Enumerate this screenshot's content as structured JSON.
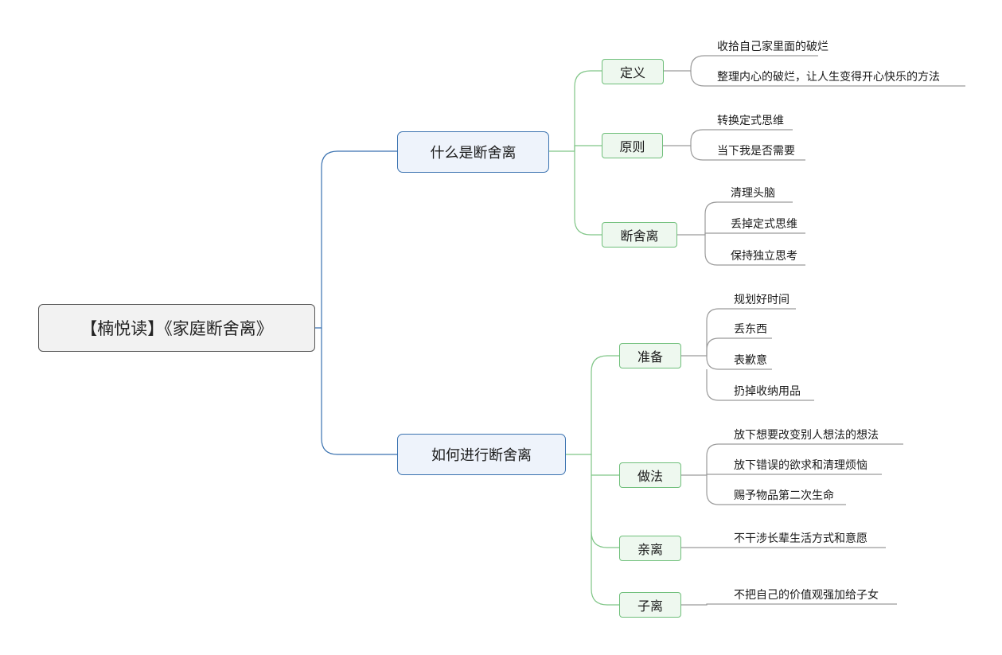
{
  "colors": {
    "main_link": "#3a72b0",
    "sub_link": "#7fc586",
    "leaf_link": "#9a9a9a"
  },
  "root": {
    "label": "【楠悦读】《家庭断舍离》"
  },
  "branches": [
    {
      "label": "什么是断舍离",
      "children": [
        {
          "label": "定义",
          "leaves": [
            "收拾自己家里面的破烂",
            "整理内心的破烂，让人生变得开心快乐的方法"
          ]
        },
        {
          "label": "原则",
          "leaves": [
            "转换定式思维",
            "当下我是否需要"
          ]
        },
        {
          "label": "断舍离",
          "leaves": [
            "清理头脑",
            "丢掉定式思维",
            "保持独立思考"
          ]
        }
      ]
    },
    {
      "label": "如何进行断舍离",
      "children": [
        {
          "label": "准备",
          "leaves": [
            "规划好时间",
            "丢东西",
            "表歉意",
            "扔掉收纳用品"
          ]
        },
        {
          "label": "做法",
          "leaves": [
            "放下想要改变别人想法的想法",
            "放下错误的欲求和清理烦恼",
            "赐予物品第二次生命"
          ]
        },
        {
          "label": "亲离",
          "leaves": [
            "不干涉长辈生活方式和意愿"
          ]
        },
        {
          "label": "子离",
          "leaves": [
            "不把自己的价值观强加给子女"
          ]
        }
      ]
    }
  ]
}
